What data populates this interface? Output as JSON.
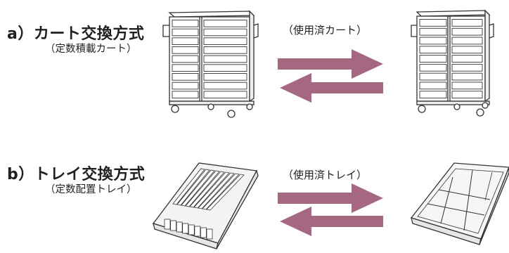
{
  "section_a": {
    "title": "a）カート交換方式",
    "subtitle": "（定数積載カート）",
    "used_label": "（使用済カート）"
  },
  "section_b": {
    "title": "b）トレイ交換方式",
    "subtitle": "（定数配置トレイ）",
    "used_label": "（使用済トレイ）"
  },
  "colors": {
    "arrow": "#a56880",
    "line": "#333333",
    "text": "#231f20"
  },
  "icons": [
    "full-cart-icon",
    "empty-cart-icon",
    "full-tray-icon",
    "empty-tray-icon",
    "exchange-arrows-icon"
  ]
}
